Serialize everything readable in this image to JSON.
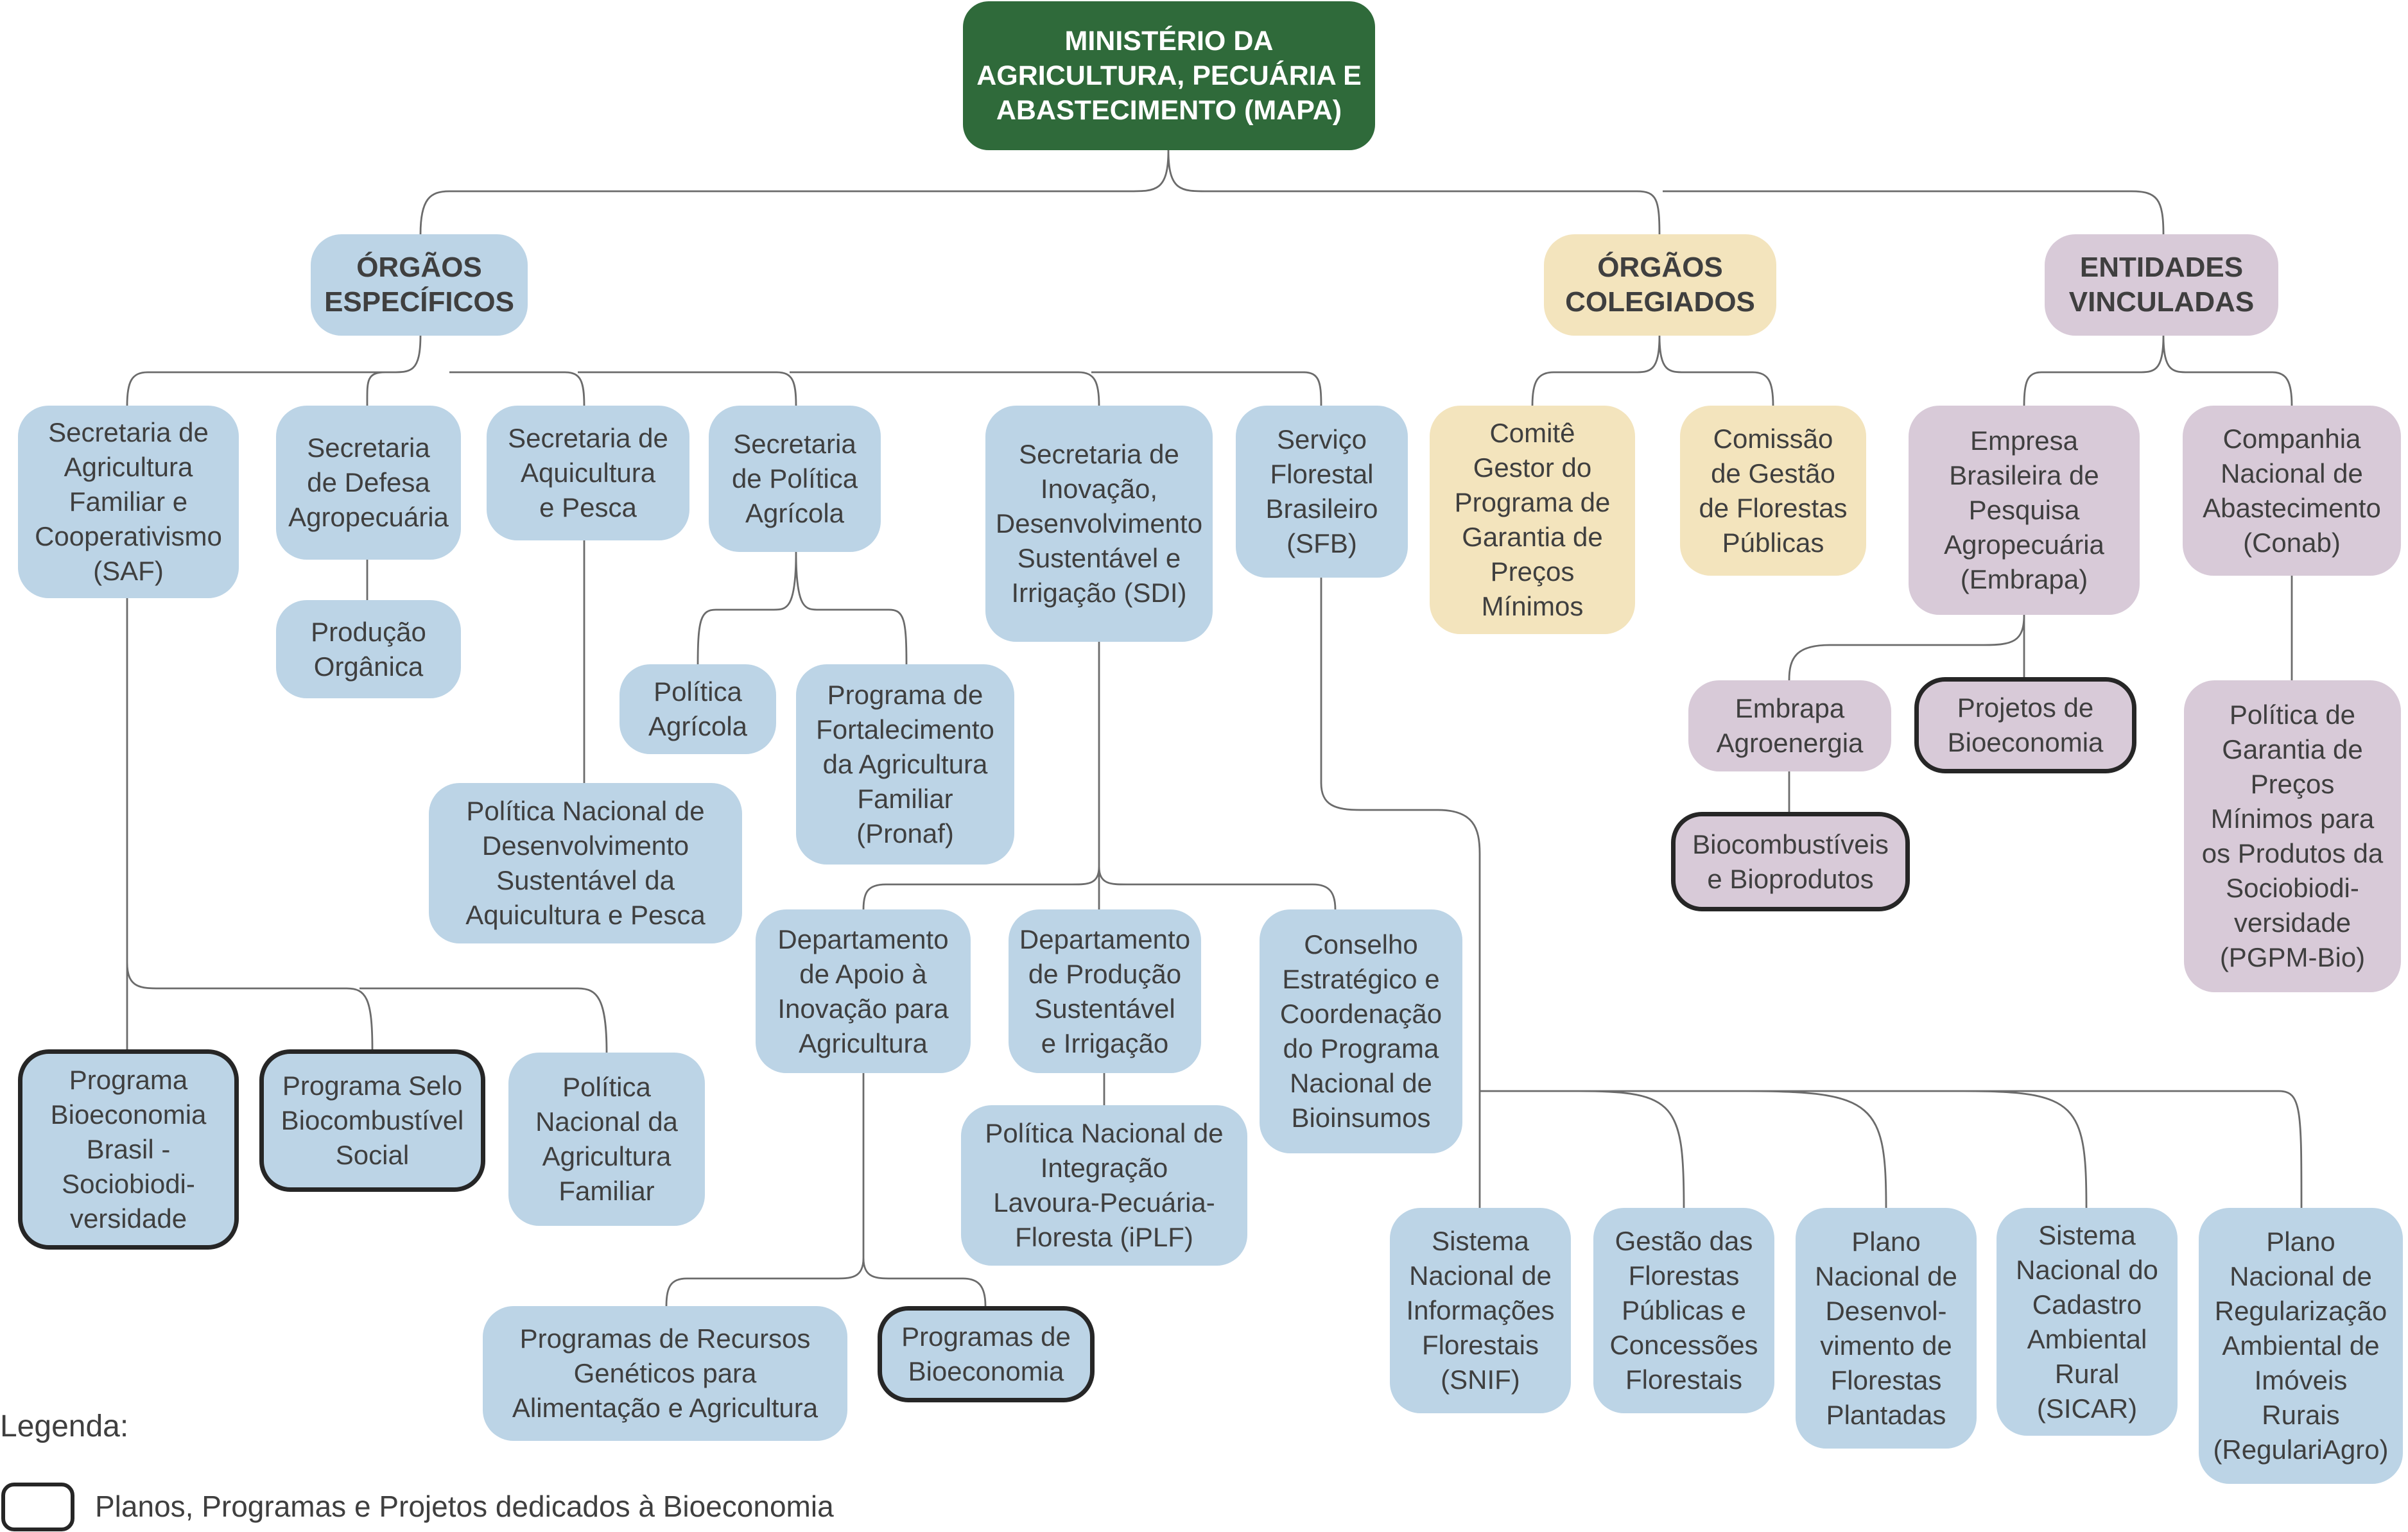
{
  "nodes": {
    "mapa": "MINISTÉRIO DA\nAGRICULTURA, PECUÁRIA E\nABASTECIMENTO (MAPA)",
    "orgaos_especificos": "ÓRGÃOS\nESPECÍFICOS",
    "orgaos_colegiados": "ÓRGÃOS\nCOLEGIADOS",
    "entidades_vinculadas": "ENTIDADES\nVINCULADAS",
    "saf": "Secretaria de\nAgricultura\nFamiliar e\nCooperativismo\n(SAF)",
    "defesa": "Secretaria\nde Defesa\nAgropecuária",
    "aquicultura": "Secretaria de\nAquicultura\ne Pesca",
    "politica_agricola_sec": "Secretaria\nde Política\nAgrícola",
    "sdi": "Secretaria de\nInovação,\nDesenvolvimento\nSustentável e\nIrrigação (SDI)",
    "sfb": "Serviço\nFlorestal\nBrasileiro\n(SFB)",
    "comite": "Comitê\nGestor do\nPrograma de\nGarantia de\nPreços\nMínimos",
    "comissao": "Comissão\nde Gestão\nde Florestas\nPúblicas",
    "embrapa": "Empresa\nBrasileira de\nPesquisa\nAgropecuária\n(Embrapa)",
    "conab": "Companhia\nNacional de\nAbastecimento\n(Conab)",
    "producao_organica": "Produção\nOrgânica",
    "politica_agricola": "Política\nAgrícola",
    "pronaf": "Programa de\nFortalecimento\nda Agricultura\nFamiliar\n(Pronaf)",
    "pndsap": "Política Nacional de\nDesenvolvimento\nSustentável da\nAquicultura e Pesca",
    "embrapa_agroenergia": "Embrapa\nAgroenergia",
    "projetos_bio": "Projetos de\nBioeconomia",
    "biocombustiveis": "Biocombustíveis\ne Bioprodutos",
    "pgpm_bio": "Política de\nGarantia de\nPreços\nMínimos para\nos Produtos da\nSociobiodi-\nversidade\n(PGPM-Bio)",
    "dep_apoio": "Departamento\nde Apoio à\nInovação para\nAgricultura",
    "dep_producao": "Departamento\nde Produção\nSustentável\ne Irrigação",
    "conselho": "Conselho\nEstratégico e\nCoordenação\ndo Programa\nNacional de\nBioinsumos",
    "ilpf": "Política Nacional de\nIntegração\nLavoura-Pecuária-\nFloresta (iPLF)",
    "bioeconomia_brasil": "Programa\nBioeconomia\nBrasil -\nSociobiodi-\nversidade",
    "selo": "Programa Selo\nBiocombustível\nSocial",
    "pnaf": "Política\nNacional da\nAgricultura\nFamiliar",
    "recursos_geneticos": "Programas de Recursos\nGenéticos para\nAlimentação e Agricultura",
    "programas_bio": "Programas de\nBioeconomia",
    "snif": "Sistema\nNacional de\nInformações\nFlorestais\n(SNIF)",
    "gestao_florestas": "Gestão das\nFlorestas\nPúblicas e\nConcessões\nFlorestais",
    "plano_florestas": "Plano\nNacional de\nDesenvol-\nvimento de\nFlorestas\nPlantadas",
    "sicar": "Sistema\nNacional do\nCadastro\nAmbiental\nRural\n(SICAR)",
    "regulariagro": "Plano\nNacional de\nRegularização\nAmbiental de\nImóveis\nRurais\n(RegulariAgro)"
  },
  "legend": {
    "title": "Legenda:",
    "item": "Planos, Programas e Projetos dedicados à Bioeconomia"
  },
  "colors": {
    "root": "#2f6a3a",
    "orgaos_especificos": "#bcd4e6",
    "orgaos_colegiados": "#f3e4bd",
    "entidades_vinculadas": "#d8cad8",
    "highlight_border": "#262626",
    "connector": "#6b6b6b"
  }
}
